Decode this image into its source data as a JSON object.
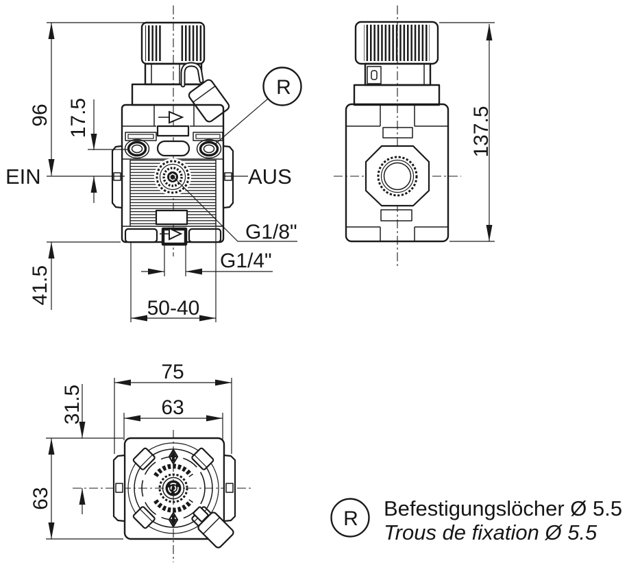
{
  "front_view": {
    "port_in_label": "EIN",
    "port_out_label": "AUS",
    "gauge_port_label": "G1/8\"",
    "main_port_label": "G1/4\"",
    "dim_knob_to_port": "96",
    "dim_hole_to_port": "17.5",
    "dim_port_to_bottom": "41.5",
    "dim_body_width": "50-40",
    "ref_marker": "R"
  },
  "side_view": {
    "dim_total_height": "137.5"
  },
  "bottom_view": {
    "dim_overall_width": "75",
    "dim_body_width": "63",
    "dim_top_to_center": "31.5",
    "dim_body_depth": "63"
  },
  "legend": {
    "ref_marker": "R",
    "label_de": "Befestigungslöcher Ø 5.5",
    "label_fr": "Trous de fixation Ø 5.5"
  }
}
